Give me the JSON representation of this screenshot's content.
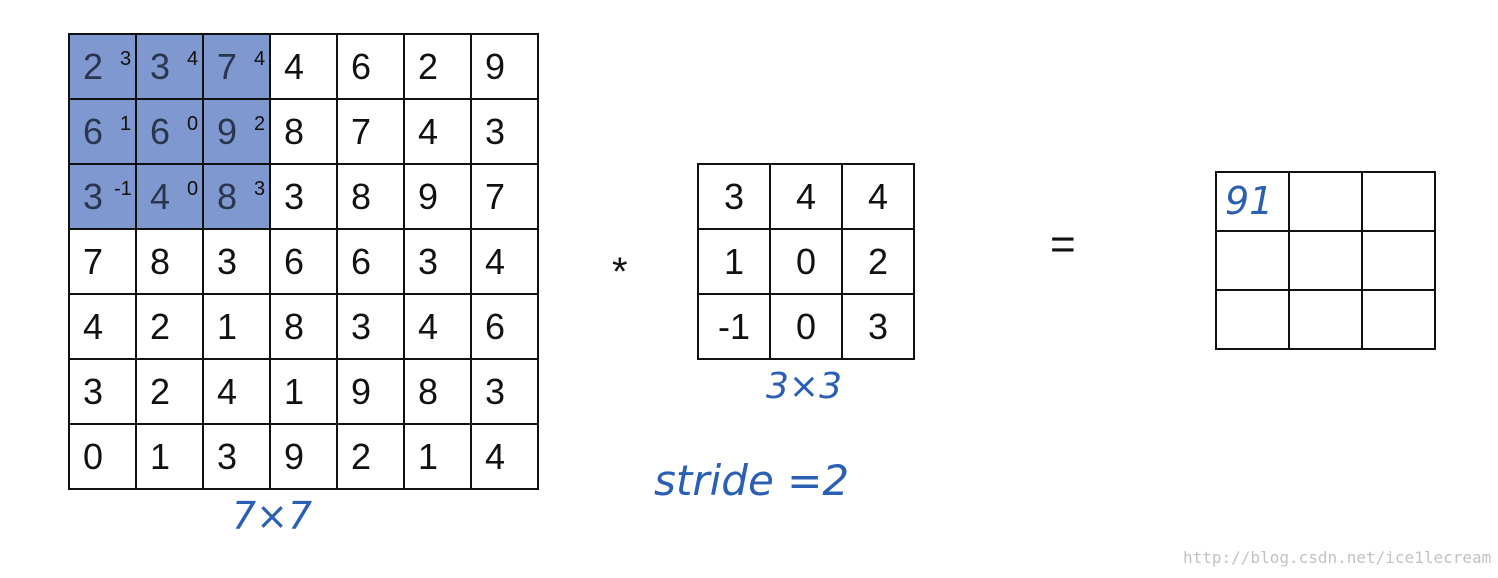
{
  "input": {
    "rows": [
      [
        "2",
        "3",
        "7",
        "4",
        "6",
        "2",
        "9"
      ],
      [
        "6",
        "6",
        "9",
        "8",
        "7",
        "4",
        "3"
      ],
      [
        "3",
        "4",
        "8",
        "3",
        "8",
        "9",
        "7"
      ],
      [
        "7",
        "8",
        "3",
        "6",
        "6",
        "3",
        "4"
      ],
      [
        "4",
        "2",
        "1",
        "8",
        "3",
        "4",
        "6"
      ],
      [
        "3",
        "2",
        "4",
        "1",
        "9",
        "8",
        "3"
      ],
      [
        "0",
        "1",
        "3",
        "9",
        "2",
        "1",
        "4"
      ]
    ],
    "highlight_overlay": [
      [
        "3",
        "4",
        "4"
      ],
      [
        "1",
        "0",
        "2"
      ],
      [
        "-1",
        "0",
        "3"
      ]
    ],
    "highlight_color": "#7f98cf",
    "label": "7×7"
  },
  "operator_convolve": "*",
  "filter": {
    "rows": [
      [
        "3",
        "4",
        "4"
      ],
      [
        "1",
        "0",
        "2"
      ],
      [
        "-1",
        "0",
        "3"
      ]
    ],
    "label": "3×3"
  },
  "stride_label": "stride =2",
  "operator_equals": "=",
  "output": {
    "rows": [
      [
        "91",
        "",
        ""
      ],
      [
        "",
        "",
        ""
      ],
      [
        "",
        "",
        ""
      ]
    ],
    "ink_color": "#2b5fb3"
  },
  "watermark": "http://blog.csdn.net/ice1lecream"
}
